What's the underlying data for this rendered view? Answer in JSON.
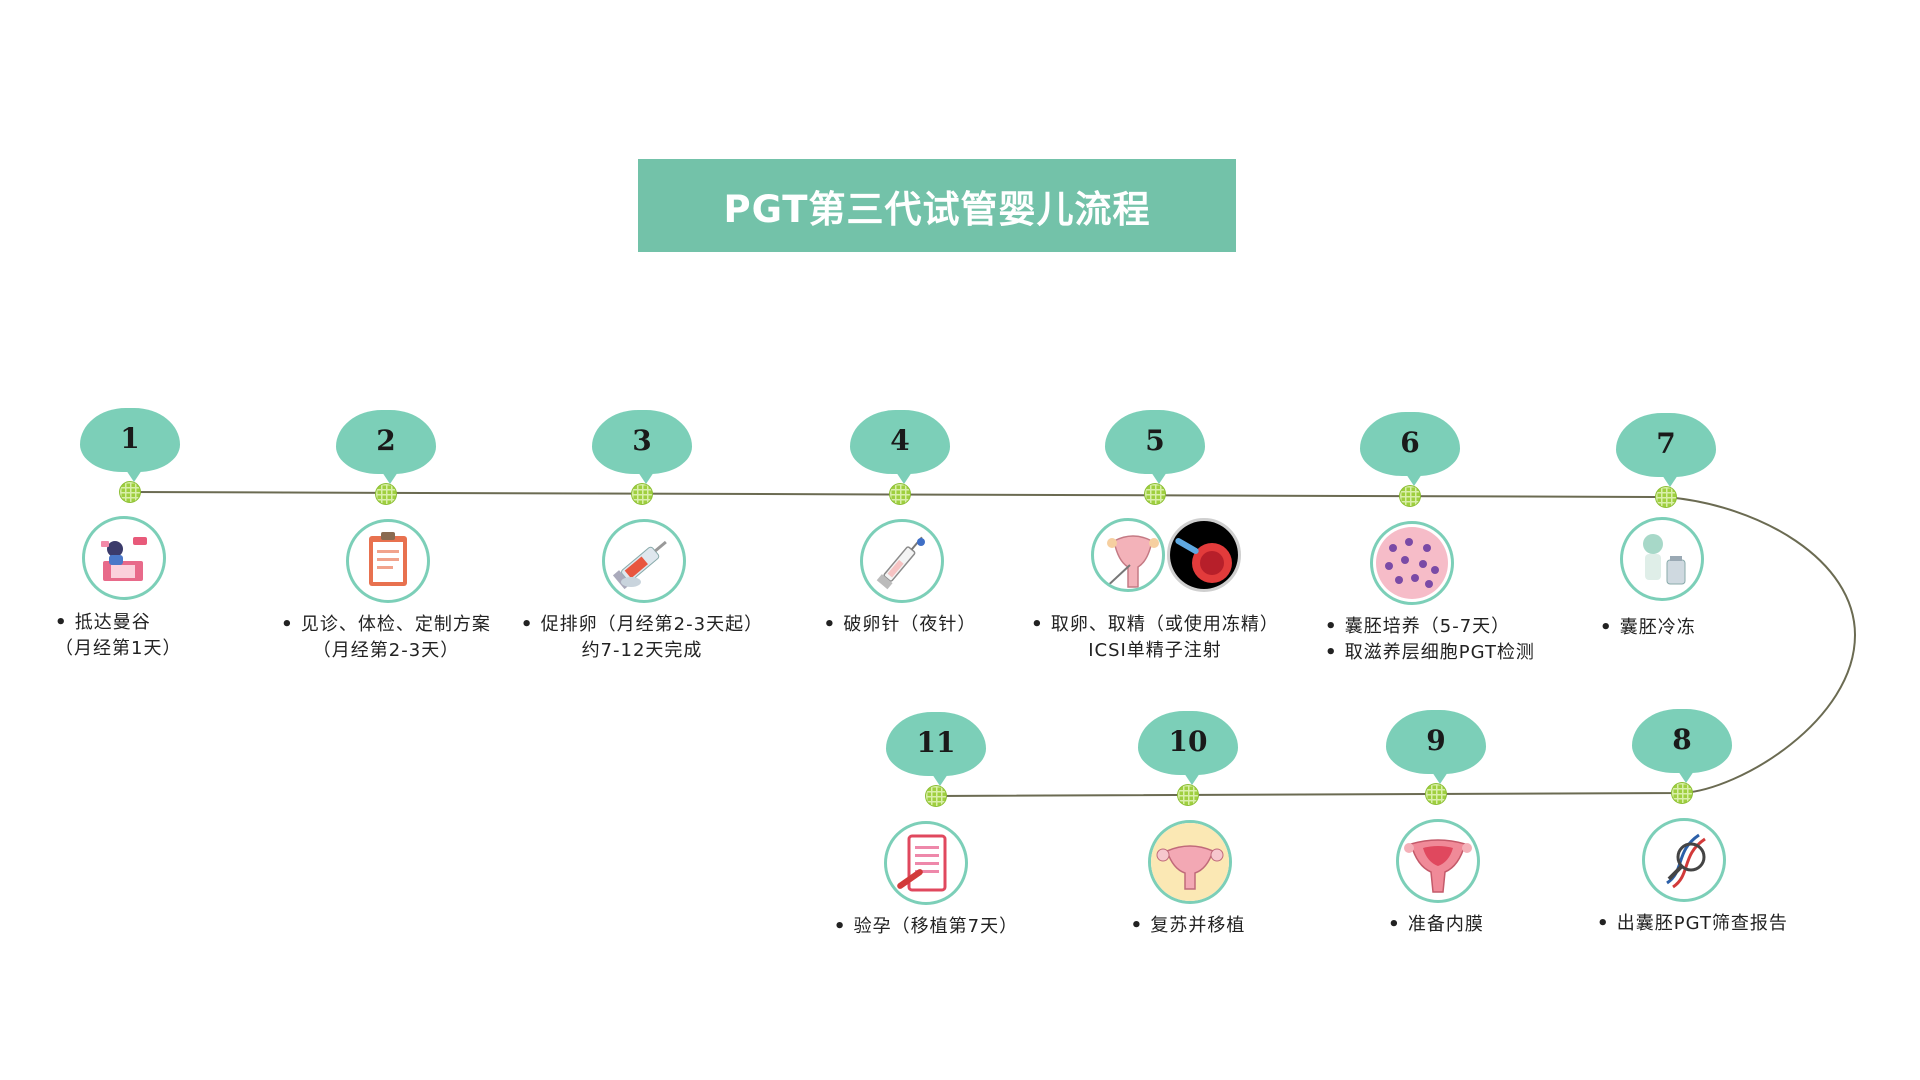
{
  "title": "PGT第三代试管婴儿流程",
  "colors": {
    "banner": "#73c2a9",
    "bubble": "#7ccfb8",
    "dot": "#9fcf3f",
    "line": "#6b6b52"
  },
  "steps": [
    {
      "num": "1",
      "icon": "laptop-person-icon",
      "lines": [
        "抵达曼谷",
        "（月经第1天）"
      ]
    },
    {
      "num": "2",
      "icon": "clipboard-icon",
      "lines": [
        "见诊、体检、定制方案",
        "（月经第2-3天）"
      ]
    },
    {
      "num": "3",
      "icon": "syringe-icon",
      "lines": [
        "促排卵（月经第2-3天起）",
        "约7-12天完成"
      ]
    },
    {
      "num": "4",
      "icon": "trigger-shot-icon",
      "lines": [
        "破卵针（夜针）"
      ]
    },
    {
      "num": "5",
      "icon": "egg-retrieval-icon",
      "icon2": "icsi-injection-icon",
      "lines": [
        "取卵、取精（或使用冻精）",
        "ICSI单精子注射"
      ]
    },
    {
      "num": "6",
      "icon": "blastocyst-icon",
      "lines": [
        "囊胚培养（5-7天）",
        "取滋养层细胞PGT检测"
      ]
    },
    {
      "num": "7",
      "icon": "cryo-freeze-icon",
      "lines": [
        "囊胚冷冻"
      ]
    },
    {
      "num": "8",
      "icon": "dna-icon",
      "lines": [
        "出囊胚PGT筛查报告"
      ]
    },
    {
      "num": "9",
      "icon": "endometrium-icon",
      "lines": [
        "准备内膜"
      ]
    },
    {
      "num": "10",
      "icon": "uterus-icon",
      "lines": [
        "复苏并移植"
      ]
    },
    {
      "num": "11",
      "icon": "hcg-test-icon",
      "lines": [
        "验孕（移植第7天）"
      ]
    }
  ]
}
